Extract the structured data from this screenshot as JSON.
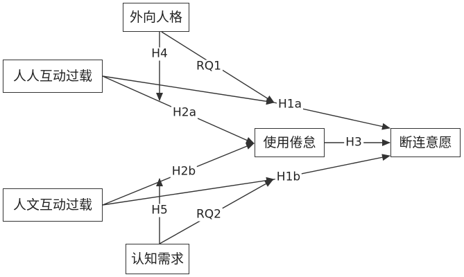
{
  "nodes": {
    "extravert": "外向人格",
    "human_overload": "人人互动过载",
    "text_overload": "人文互动过载",
    "cognition": "认知需求",
    "fatigue": "使用倦怠",
    "discontinue": "断连意愿"
  },
  "edge_labels": {
    "h4": "H4",
    "rq1": "RQ1",
    "h1a": "H1a",
    "h2a": "H2a",
    "h3": "H3",
    "h2b": "H2b",
    "h1b": "H1b",
    "h5": "H5",
    "rq2": "RQ2"
  },
  "colors": {
    "line": "#333333",
    "text": "#222222",
    "background": "#ffffff"
  }
}
